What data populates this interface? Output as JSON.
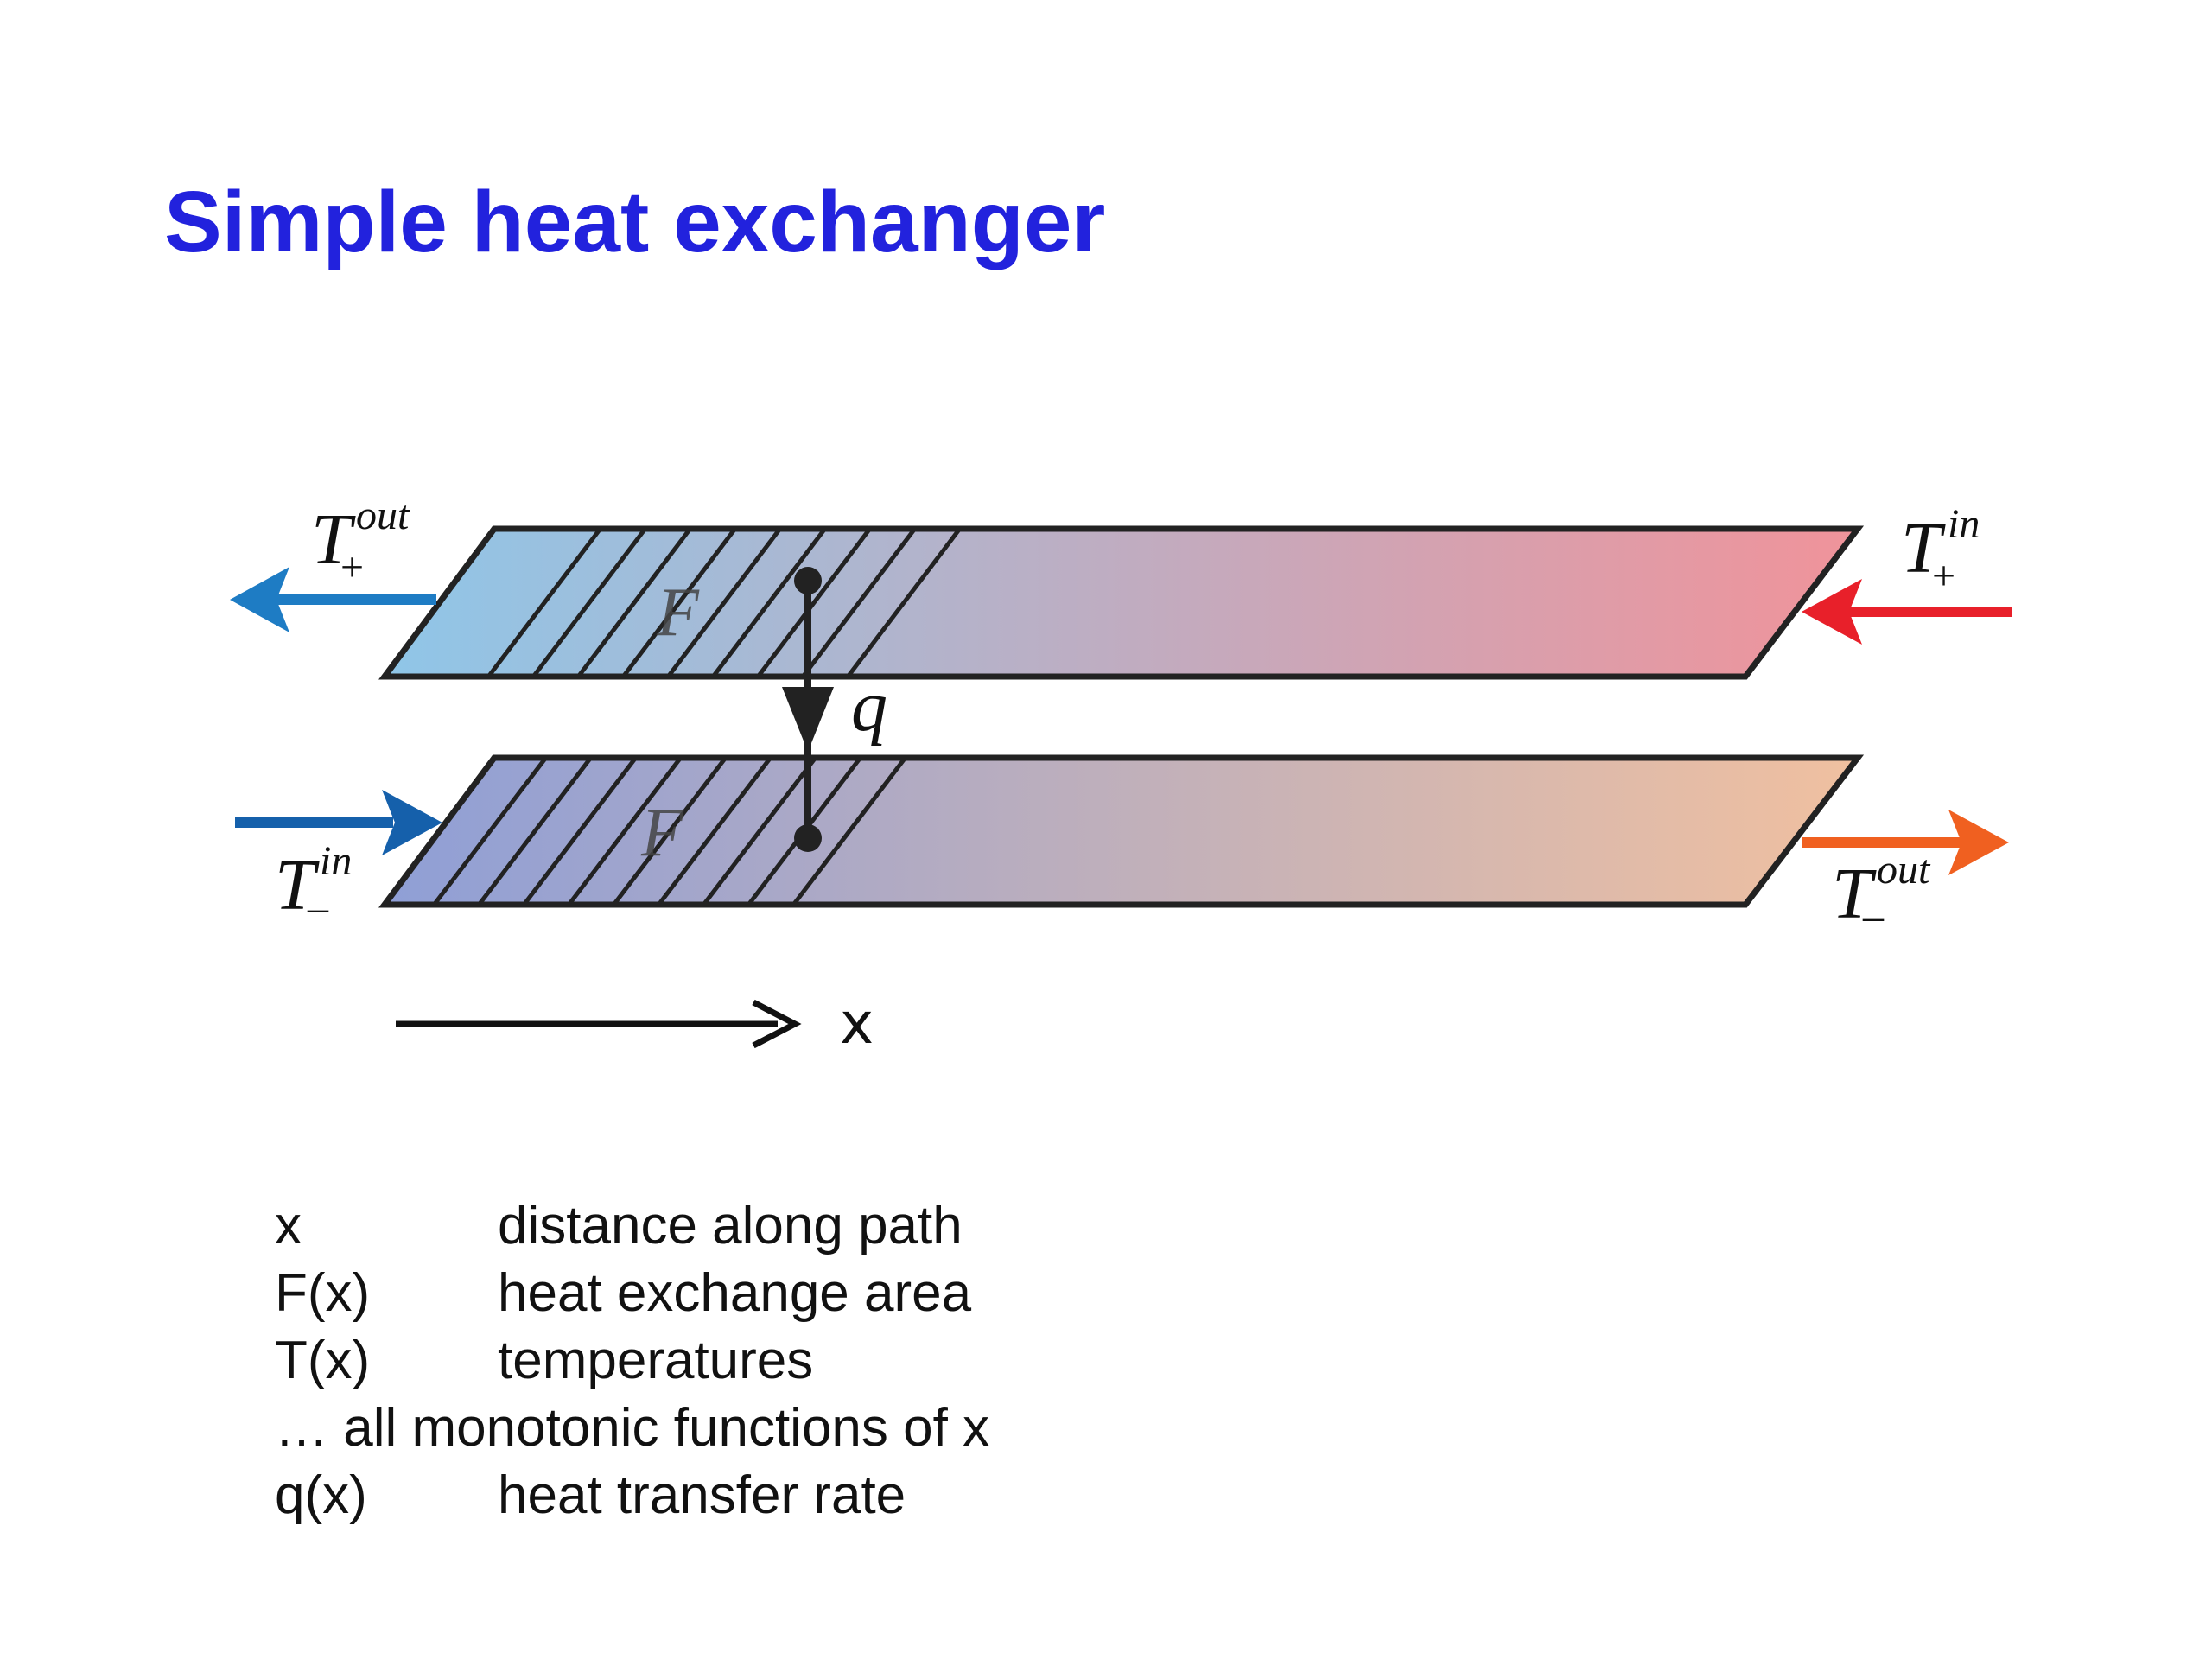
{
  "title": "Simple heat exchanger",
  "diagram": {
    "labels": {
      "T_plus_out": {
        "base": "T",
        "sup": "out",
        "sub": "+"
      },
      "T_plus_in": {
        "base": "T",
        "sup": "in",
        "sub": "+"
      },
      "T_minus_in": {
        "base": "T",
        "sup": "in",
        "sub": "–"
      },
      "T_minus_out": {
        "base": "T",
        "sup": "out",
        "sub": "–"
      },
      "F_top": "F",
      "F_bottom": "F",
      "q": "q",
      "x": "x"
    },
    "colors": {
      "top_channel_left": "#8fc6e8",
      "top_channel_right": "#f0939a",
      "bottom_channel_left": "#8f9fd6",
      "bottom_channel_right": "#f0c0a0",
      "arrow_top_out": "#1e7cc4",
      "arrow_top_in": "#e8202a",
      "arrow_bottom_in": "#1560ab",
      "arrow_bottom_out": "#f06020",
      "outline": "#222222"
    }
  },
  "legend": {
    "rows": [
      {
        "symbol": "x",
        "description": "distance along path"
      },
      {
        "symbol": "F(x)",
        "description": "heat exchange area"
      },
      {
        "symbol": "T(x)",
        "description": "temperatures"
      }
    ],
    "note": "… all monotonic functions of x",
    "last_row": {
      "symbol": "q(x)",
      "description": "heat transfer rate"
    }
  }
}
